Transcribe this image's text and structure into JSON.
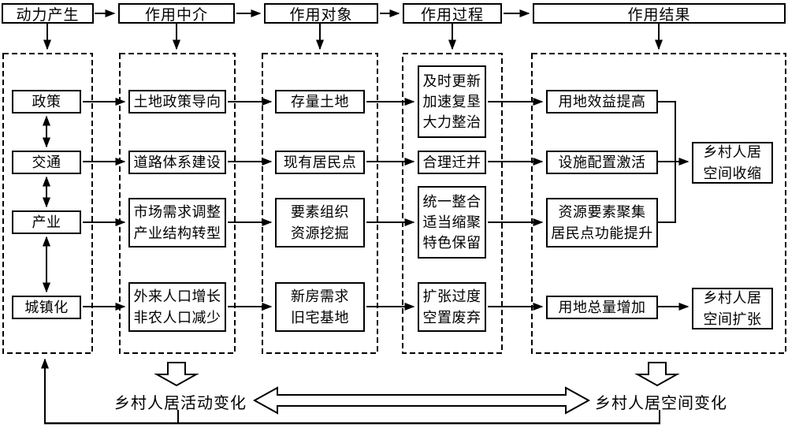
{
  "headers": [
    {
      "label": "动力产生"
    },
    {
      "label": "作用中介"
    },
    {
      "label": "作用对象"
    },
    {
      "label": "作用过程"
    },
    {
      "label": "作用结果"
    }
  ],
  "drivers": {
    "policy": "政策",
    "traffic": "交通",
    "industry": "产业",
    "urbanization": "城镇化"
  },
  "mediums": {
    "land_policy": "土地政策导向",
    "road_system": "道路体系建设",
    "market_industry": "市场需求调整\n产业结构转型",
    "population": "外来人口增长\n非农人口减少"
  },
  "objects": {
    "stock_land": "存量土地",
    "settlements": "现有居民点",
    "elements": "要素组织\n资源挖掘",
    "housing": "新房需求\n旧宅基地"
  },
  "processes": {
    "renewal": "及时更新\n加速复垦\n大力整治",
    "relocation": "合理迁并",
    "integration": "统一整合\n适当缩聚\n特色保留",
    "expansion": "扩张过度\n空置废弃"
  },
  "results": {
    "benefit": "用地效益提高",
    "facility": "设施配置激活",
    "aggregation": "资源要素聚集\n居民点功能提升",
    "total_increase": "用地总量增加",
    "shrink": "乡村人居\n空间收缩",
    "expand": "乡村人居\n空间扩张"
  },
  "footer": {
    "activity_change": "乡村人居活动变化",
    "space_change": "乡村人居空间变化"
  },
  "colors": {
    "line": "#000000",
    "box_bg": "#ffffff",
    "page_bg": "#ffffff"
  }
}
